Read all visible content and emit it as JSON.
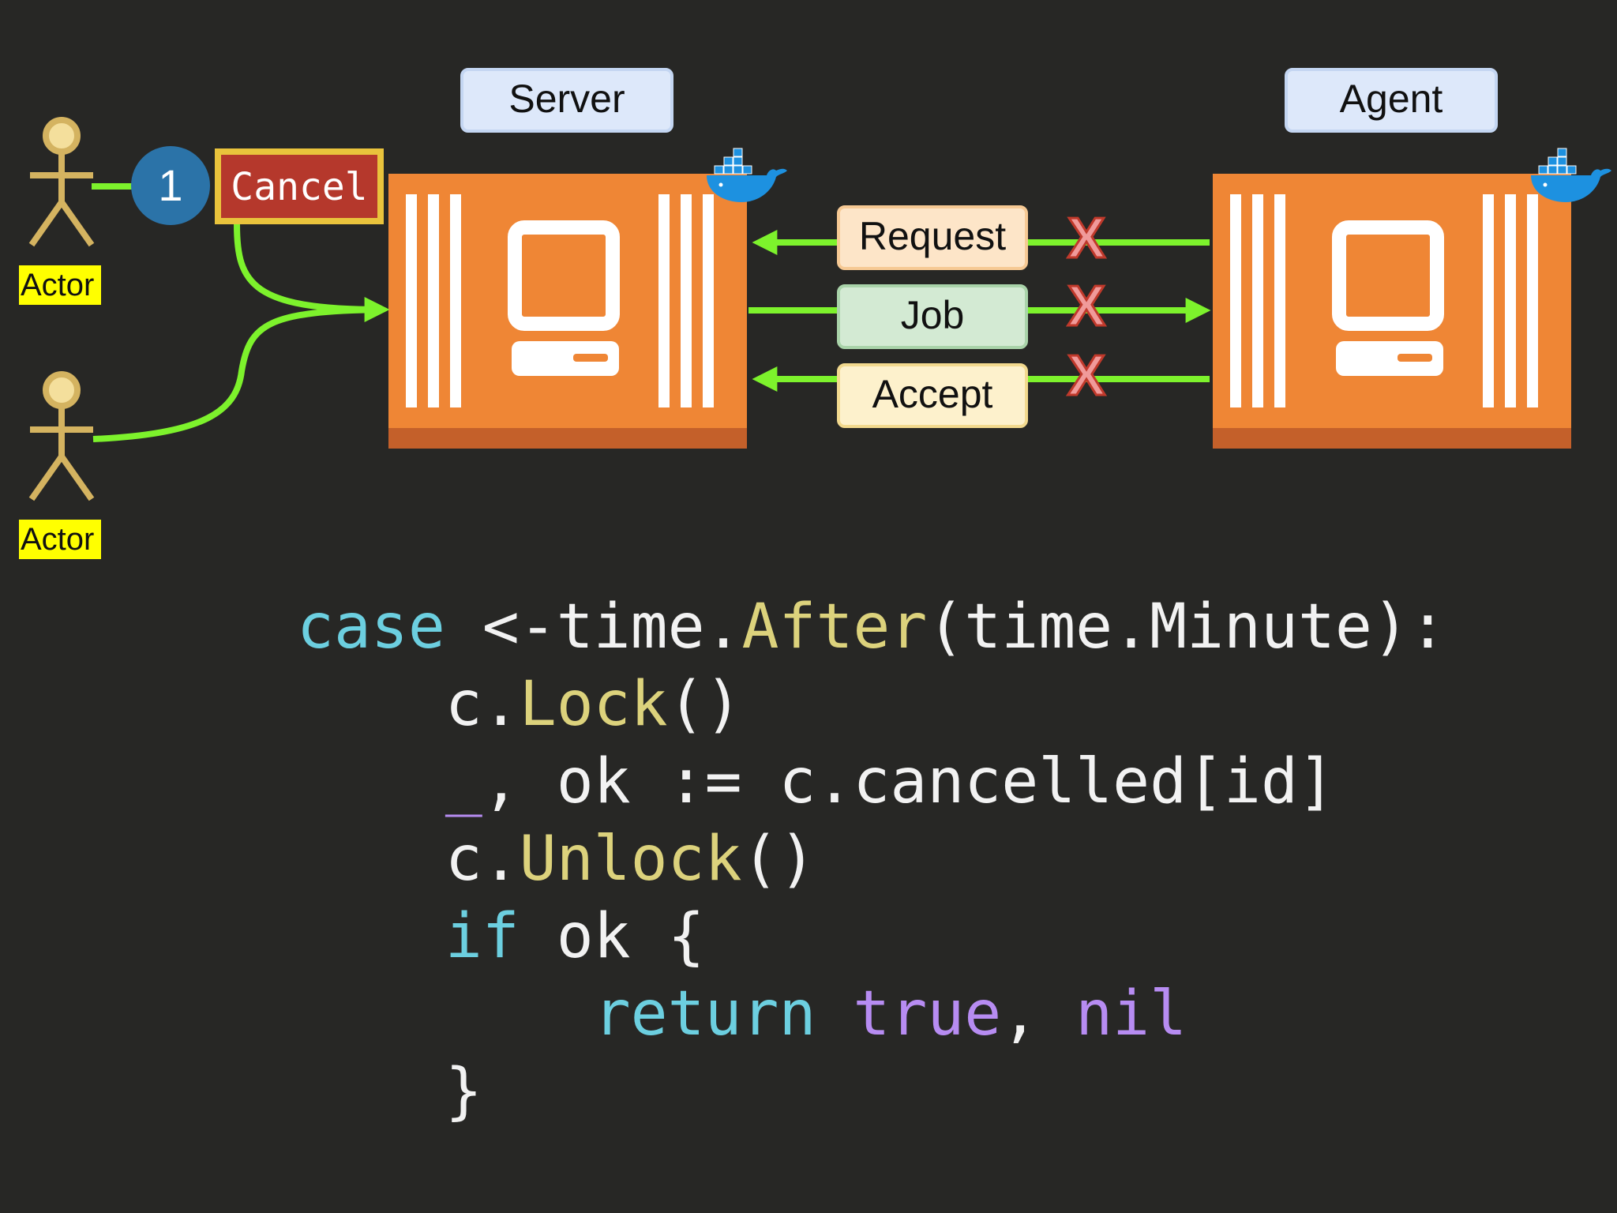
{
  "server_label": "Server",
  "agent_label": "Agent",
  "actor_labels": [
    "Actor",
    "Actor"
  ],
  "step_badge": "1",
  "cancel_label": "Cancel",
  "messages": {
    "request": "Request",
    "job": "Job",
    "accept": "Accept"
  },
  "failure_mark": "X",
  "icons": [
    "docker-whale-icon",
    "computer-icon",
    "stick-figure-actor-icon",
    "failure-x-icon"
  ],
  "colors": {
    "background": "#272725",
    "server_orange": "#ef8635",
    "arrow_green": "#7df22c",
    "badge_blue": "#2b73a8",
    "cancel_red": "#b5382c",
    "actor_gold": "#d4b360",
    "actor_label_bg": "#ffff00",
    "keyword": "#6ccfe0",
    "function": "#dcd27c",
    "literal": "#b78cf2"
  },
  "code": {
    "line1": {
      "kw": "case",
      "a": " <-time.",
      "fn": "After",
      "b": "(time.Minute):"
    },
    "line2": {
      "a": "c.",
      "fn": "Lock",
      "b": "()"
    },
    "line3": {
      "lit": "_",
      "a": ", ok := c.cancelled[id]"
    },
    "line4": {
      "a": "c.",
      "fn": "Unlock",
      "b": "()"
    },
    "line5": {
      "kw": "if",
      "a": " ok {"
    },
    "line6": {
      "kw": "return",
      "sp": " ",
      "lit1": "true",
      "comma": ", ",
      "lit2": "nil"
    },
    "line7": {
      "a": "}"
    }
  }
}
